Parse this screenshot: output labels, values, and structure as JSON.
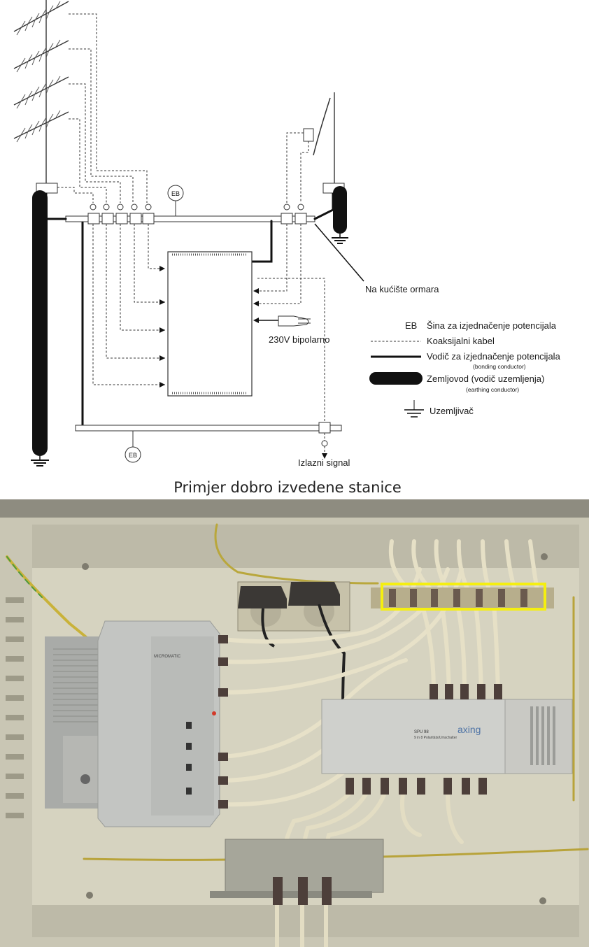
{
  "diagram": {
    "eb_top": "EB",
    "eb_bottom": "EB",
    "cabinet_note": "Na kućište ormara",
    "power_note": "230V bipolarno",
    "output_note": "Izlazni signal"
  },
  "legend": {
    "eb_code": "EB",
    "eb_text": "Šina za izjednačenje potencijala",
    "coax_text": "Koaksijalni kabel",
    "bonding_text": "Vodič za izjednačenje potencijala",
    "bonding_sub": "(bonding conductor)",
    "earthing_text": "Zemljovod (vodič uzemljenja)",
    "earthing_sub": "(earthing conductor)",
    "electrode_text": "Uzemljivač"
  },
  "caption": "Primjer dobro izvedene stanice",
  "photo": {
    "amp_brand": "MICROMATIC",
    "switch_model": "SPU 98",
    "switch_desc": "9 in 8 Polaritäts/Umschalter",
    "switch_brand": "axing",
    "highlight_color": "#f5ef10"
  }
}
